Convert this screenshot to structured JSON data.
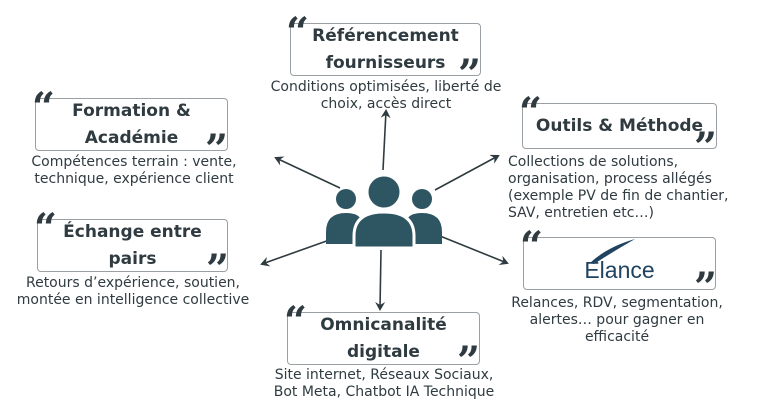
{
  "diagram": {
    "center_icon": "group-people-icon",
    "quote_open": "“",
    "quote_close": "”",
    "nodes": {
      "referencement": {
        "title_line1": "Référencement",
        "title_line2": "fournisseurs",
        "desc_line1": "Conditions optimisées, liberté de",
        "desc_line2": "choix, accès direct"
      },
      "formation": {
        "title_line1": "Formation &",
        "title_line2": "Académie",
        "desc_line1": "Compétences terrain : vente,",
        "desc_line2": "technique, expérience client"
      },
      "outils": {
        "title_line1": "Outils & Méthode",
        "desc_line1": "Collections de solutions,",
        "desc_line2": "organisation, process allégés",
        "desc_line3": "(exemple PV de fin de chantier,",
        "desc_line4": "SAV, entretien etc…)"
      },
      "echange": {
        "title_line1": "Échange entre",
        "title_line2": "pairs",
        "desc_line1": "Retours d’expérience, soutien,",
        "desc_line2": "montée en intelligence collective"
      },
      "elance": {
        "logo_text": "Elance",
        "desc_line1": "Relances, RDV, segmentation,",
        "desc_line2": "alertes… pour gagner en",
        "desc_line3": "efficacité"
      },
      "omnicanalite": {
        "title_line1": "Omnicanalité",
        "title_line2": "digitale",
        "desc_line1": "Site internet, Réseaux Sociaux,",
        "desc_line2": "Bot Meta, Chatbot IA Technique"
      }
    },
    "colors": {
      "icon": "#2d5562",
      "text": "#2f3b40",
      "box_border": "#9aa0a3",
      "arrow": "#2f3b40",
      "elance_blue": "#1f4360"
    }
  }
}
